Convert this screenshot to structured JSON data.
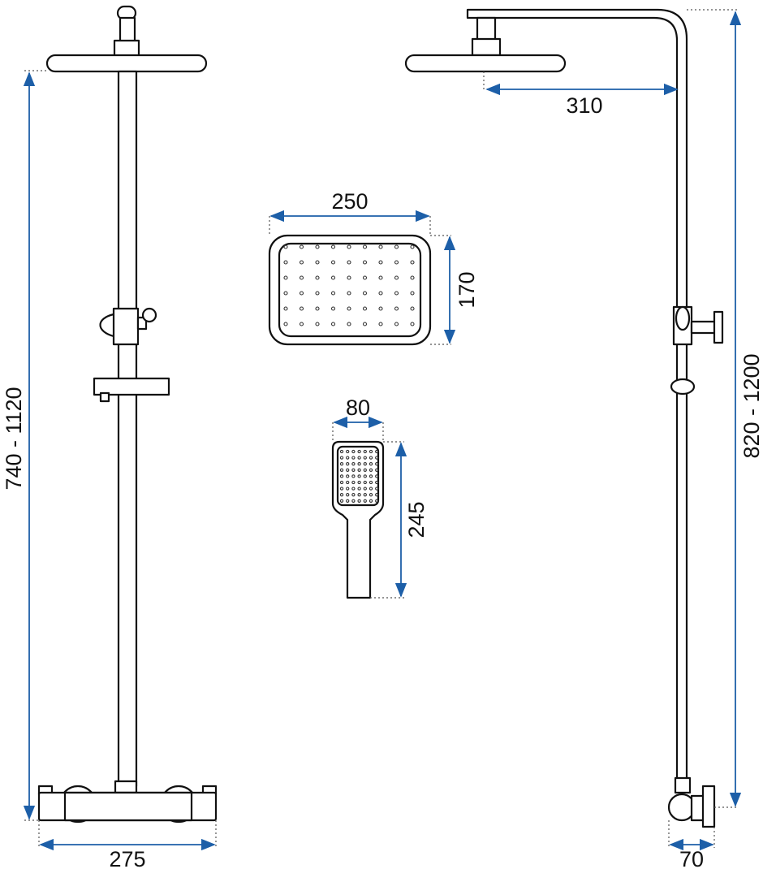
{
  "dimensions": {
    "bottom_width": "275",
    "total_height_left": "740 - 1120",
    "arm_length": "310",
    "total_height_right": "820 - 1200",
    "wall_offset": "70",
    "head_width": "250",
    "head_height": "170",
    "hand_width": "80",
    "hand_height": "245"
  },
  "colors": {
    "line": "#111111",
    "dimension": "#1d5fa8",
    "background": "#ffffff"
  }
}
